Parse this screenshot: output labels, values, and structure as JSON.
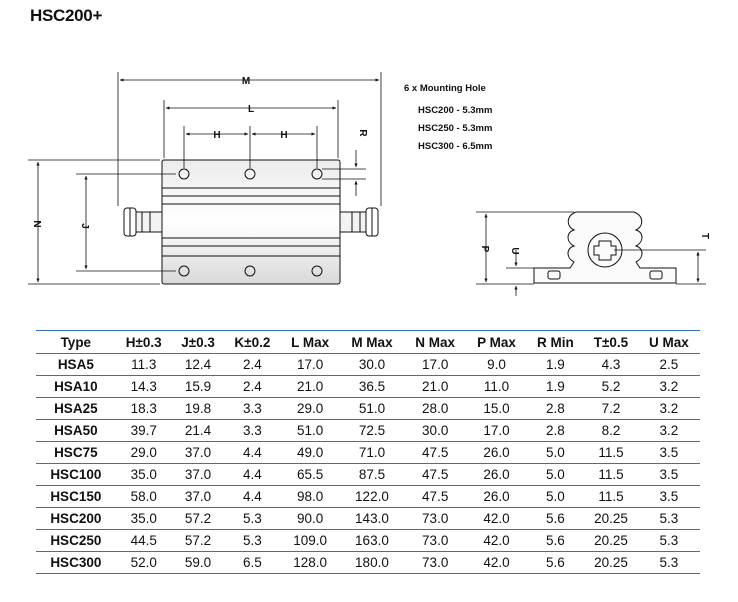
{
  "title": "HSC200+",
  "mounting": {
    "heading": "6 x Mounting Hole",
    "rows": [
      "HSC200 - 5.3mm",
      "HSC250 - 5.3mm",
      "HSC300 - 6.5mm"
    ]
  },
  "dimension_labels": {
    "M": "M",
    "L": "L",
    "H1": "H",
    "H2": "H",
    "R": "R",
    "N": "N",
    "J": "J",
    "P": "P",
    "U": "U",
    "T": "T"
  },
  "table": {
    "headers": [
      "Type",
      "H±0.3",
      "J±0.3",
      "K±0.2",
      "L Max",
      "M Max",
      "N Max",
      "P Max",
      "R Min",
      "T±0.5",
      "U Max"
    ],
    "rows": [
      [
        "HSA5",
        "11.3",
        "12.4",
        "2.4",
        "17.0",
        "30.0",
        "17.0",
        "9.0",
        "1.9",
        "4.3",
        "2.5"
      ],
      [
        "HSA10",
        "14.3",
        "15.9",
        "2.4",
        "21.0",
        "36.5",
        "21.0",
        "11.0",
        "1.9",
        "5.2",
        "3.2"
      ],
      [
        "HSA25",
        "18.3",
        "19.8",
        "3.3",
        "29.0",
        "51.0",
        "28.0",
        "15.0",
        "2.8",
        "7.2",
        "3.2"
      ],
      [
        "HSA50",
        "39.7",
        "21.4",
        "3.3",
        "51.0",
        "72.5",
        "30.0",
        "17.0",
        "2.8",
        "8.2",
        "3.2"
      ],
      [
        "HSC75",
        "29.0",
        "37.0",
        "4.4",
        "49.0",
        "71.0",
        "47.5",
        "26.0",
        "5.0",
        "11.5",
        "3.5"
      ],
      [
        "HSC100",
        "35.0",
        "37.0",
        "4.4",
        "65.5",
        "87.5",
        "47.5",
        "26.0",
        "5.0",
        "11.5",
        "3.5"
      ],
      [
        "HSC150",
        "58.0",
        "37.0",
        "4.4",
        "98.0",
        "122.0",
        "47.5",
        "26.0",
        "5.0",
        "11.5",
        "3.5"
      ],
      [
        "HSC200",
        "35.0",
        "57.2",
        "5.3",
        "90.0",
        "143.0",
        "73.0",
        "42.0",
        "5.6",
        "20.25",
        "5.3"
      ],
      [
        "HSC250",
        "44.5",
        "57.2",
        "5.3",
        "109.0",
        "163.0",
        "73.0",
        "42.0",
        "5.6",
        "20.25",
        "5.3"
      ],
      [
        "HSC300",
        "52.0",
        "59.0",
        "6.5",
        "128.0",
        "180.0",
        "73.0",
        "42.0",
        "5.6",
        "20.25",
        "5.3"
      ]
    ]
  },
  "colors": {
    "table_rule": "#2f74b5"
  }
}
